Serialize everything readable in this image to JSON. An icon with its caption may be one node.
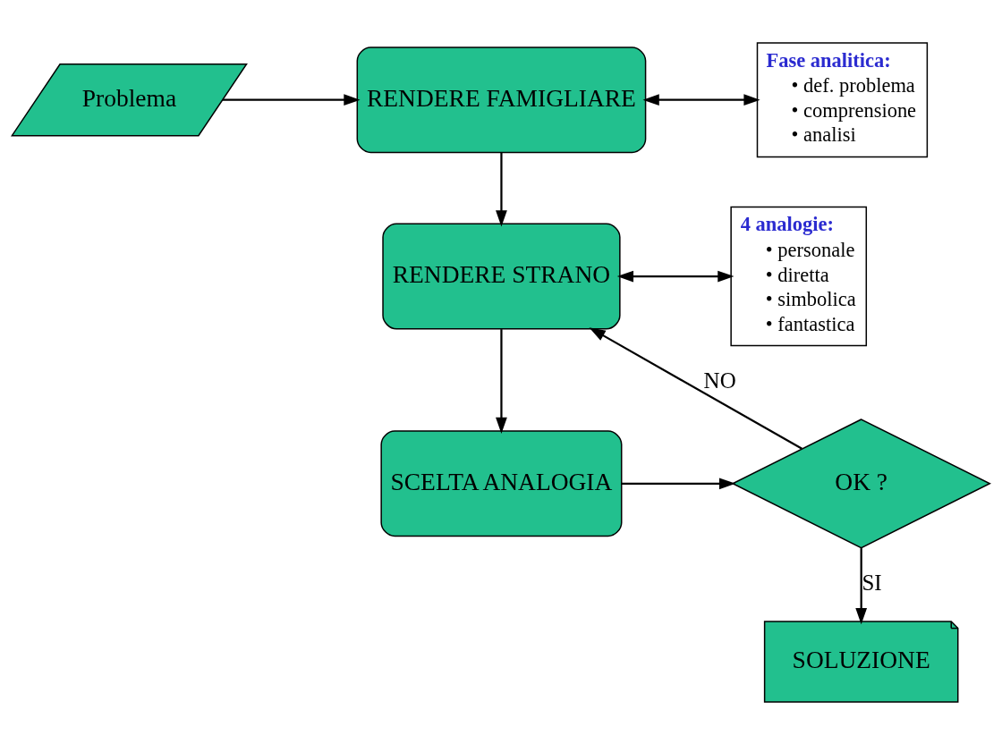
{
  "diagram": {
    "nodes": [
      {
        "text": [
          "Problema"
        ]
      },
      {
        "text": [
          "RENDERE FAMIGLIARE"
        ]
      },
      {
        "text": [
          "Fase analitica:",
          "• def. problema",
          "• comprensione",
          "• analisi"
        ]
      },
      {
        "text": [
          "RENDERE STRANO"
        ]
      },
      {
        "text": [
          "4 analogie:",
          "• personale",
          "• diretta",
          "• simbolica",
          "• fantastica"
        ]
      },
      {
        "text": [
          "SCELTA ANALOGIA"
        ]
      },
      {
        "text": [
          "OK ?"
        ]
      },
      {
        "text": [
          "SOLUZIONE"
        ]
      }
    ],
    "edges": [
      {
        "from": 0,
        "to": 1,
        "arrow": "to"
      },
      {
        "from": 1,
        "to": 2,
        "arrow": "both"
      },
      {
        "from": 1,
        "to": 3,
        "arrow": "to"
      },
      {
        "from": 3,
        "to": 4,
        "arrow": "both"
      },
      {
        "from": 3,
        "to": 5,
        "arrow": "to"
      },
      {
        "from": 5,
        "to": 6,
        "arrow": "to"
      },
      {
        "from": 6,
        "to": 3,
        "label": "NO",
        "arrow": "to"
      },
      {
        "from": 6,
        "to": 7,
        "label": "SI",
        "arrow": "to"
      }
    ]
  }
}
